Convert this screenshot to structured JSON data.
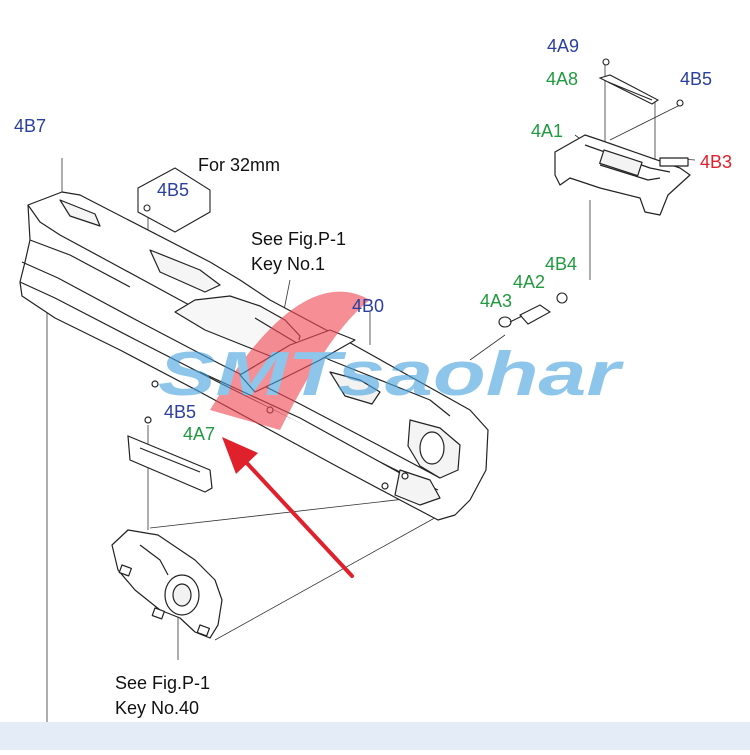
{
  "colors": {
    "blue_label": "#2a3f9e",
    "green_label": "#1f9a3e",
    "red_label": "#e0202a",
    "arrow": "#e0202a",
    "line_art": "#222222",
    "watermark_blue": "#4aa3de",
    "watermark_red": "#ef4a55",
    "bottom_strip": "#e4ecf7"
  },
  "watermark": {
    "brand": "SMTsaohar",
    "icon": "brand-logo"
  },
  "notes": {
    "for_32mm": "For 32mm",
    "see_fig_p1_key1_line1": "See Fig.P-1",
    "see_fig_p1_key1_line2": "Key No.1",
    "see_fig_p1_key40_line1": "See Fig.P-1",
    "see_fig_p1_key40_line2": "Key No.40"
  },
  "parts": {
    "4A9": "4A9",
    "4A8": "4A8",
    "4B5_top": "4B5",
    "4A1": "4A1",
    "4B3": "4B3",
    "4B7": "4B7",
    "4B5_inset": "4B5",
    "4B4": "4B4",
    "4A2": "4A2",
    "4A3": "4A3",
    "4B0": "4B0",
    "4B5_mid": "4B5",
    "4A7": "4A7"
  }
}
